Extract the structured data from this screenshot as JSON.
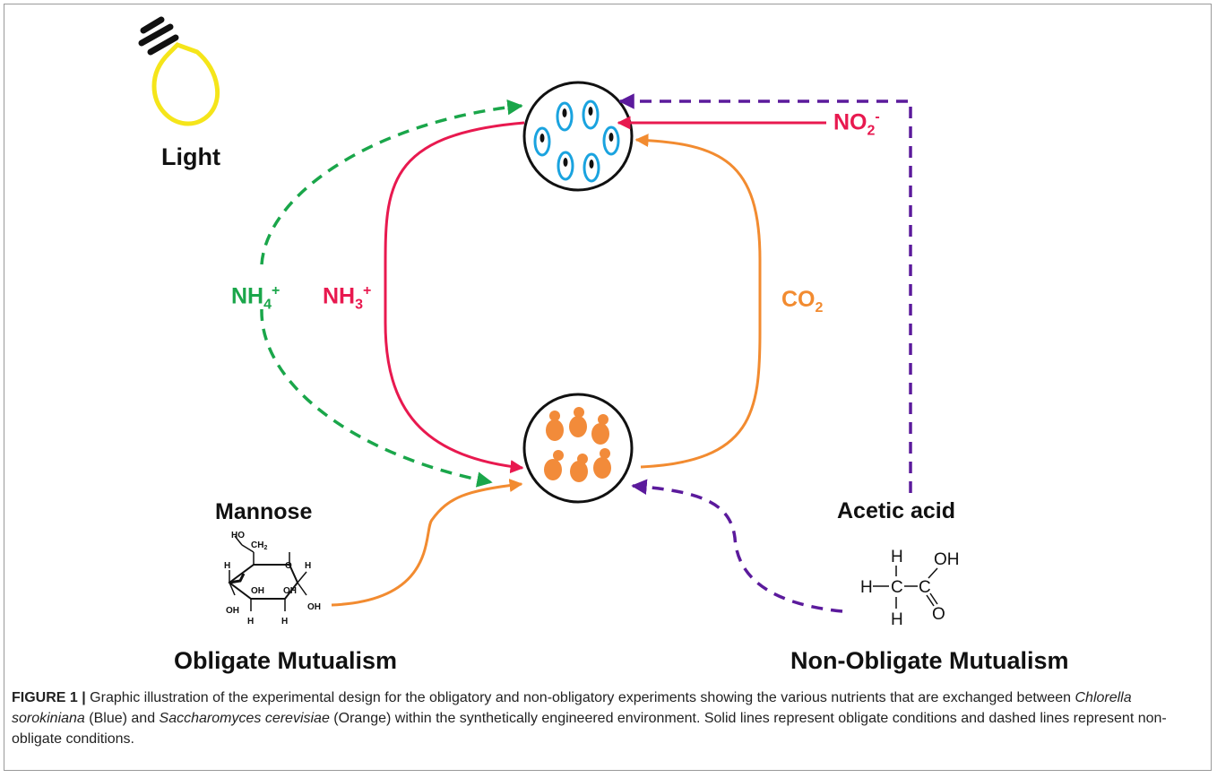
{
  "labels": {
    "light": "Light",
    "nh4": "NH",
    "nh4_sub": "4",
    "nh4_sup": "+",
    "nh3": "NH",
    "nh3_sub": "3",
    "nh3_sup": "+",
    "co2": "CO",
    "co2_sub": "2",
    "no2": "NO",
    "no2_sub": "2",
    "no2_sup": "-",
    "mannose": "Mannose",
    "acetic_acid": "Acetic acid",
    "obligate": "Obligate Mutualism",
    "non_obligate": "Non-Obligate Mutualism"
  },
  "mannose_atoms": {
    "ho": "HO",
    "ch2": "CH",
    "ch2_sub": "2",
    "o": "O",
    "h": "H",
    "oh": "OH"
  },
  "acetic_atoms": {
    "h": "H",
    "c": "C",
    "o": "O",
    "oh": "OH"
  },
  "colors": {
    "nh4_green": "#1aa64a",
    "nh3_red": "#e8194f",
    "co2_orange": "#f28b30",
    "acetic_purple": "#5b1a9c",
    "bulb_yellow": "#f5e51a",
    "chlorella_blue": "#1aa3df",
    "yeast_orange": "#f28b3a"
  },
  "caption": {
    "fig_label": "FIGURE 1 |",
    "t1": " Graphic illustration of the experimental design for the obligatory and non-obligatory experiments showing the various nutrients that are exchanged between ",
    "i1": "Chlorella sorokiniana",
    "t2": " (Blue) and ",
    "i2": "Saccharomyces cerevisiae",
    "t3": " (Orange) within the synthetically engineered environment. Solid lines represent obligate conditions and dashed lines represent non-obligate conditions."
  }
}
